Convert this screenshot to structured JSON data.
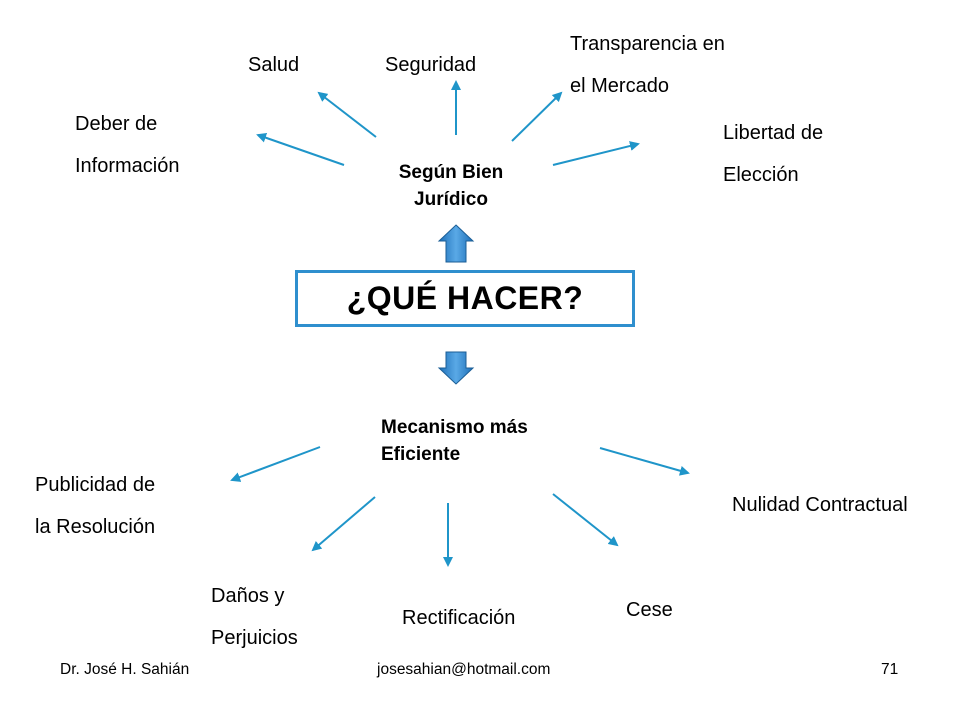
{
  "center": {
    "title": "¿QUÉ HACER?"
  },
  "top_group": {
    "title": "Según Bien\nJurídico",
    "items": {
      "deber": "Deber de\nInformación",
      "salud": "Salud",
      "seguridad": "Seguridad",
      "transparencia": "Transparencia en\nel Mercado",
      "libertad": "Libertad de\nElección"
    }
  },
  "bottom_group": {
    "title": "Mecanismo más\nEficiente",
    "items": {
      "publicidad": "Publicidad de\nla Resolución",
      "danos": "Daños y\nPerjuicios",
      "rectificacion": "Rectificación",
      "cese": "Cese",
      "nulidad": "Nulidad Contractual"
    }
  },
  "footer": {
    "author": "Dr. José H. Sahián",
    "email": "josesahian@hotmail.com",
    "page": "71"
  },
  "colors": {
    "arrow": "#1f95c9",
    "block_arrow": "#3a8fd0",
    "box_border": "#2f8fce"
  }
}
